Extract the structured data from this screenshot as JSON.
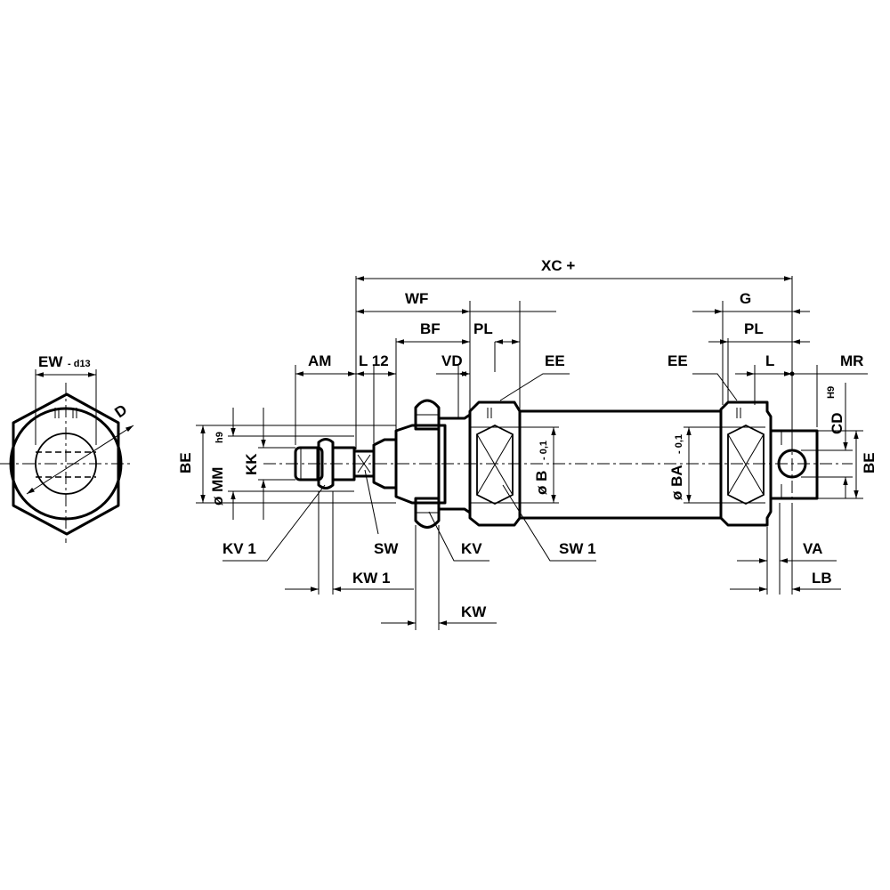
{
  "labels": {
    "ew": "EW",
    "ew_tol": "- d13",
    "d": "D",
    "be_left": "BE",
    "mm": "ø MM",
    "mm_tol": "h9",
    "kk": "KK",
    "am": "AM",
    "l12": "L 12",
    "bf": "BF",
    "wf": "WF",
    "xc": "XC +",
    "pl_left": "PL",
    "vd": "VD",
    "ee_left": "EE",
    "b": "ø B",
    "b_tol": "- 0,1",
    "ba": "ø BA",
    "ba_tol": "- 0,1",
    "ee_right": "EE",
    "g": "G",
    "pl_right": "PL",
    "l": "L",
    "mr": "MR",
    "cd": "CD",
    "cd_tol": "H9",
    "be_right": "BE",
    "kv1": "KV 1",
    "sw": "SW",
    "kv": "KV",
    "sw1": "SW 1",
    "kw1": "KW 1",
    "kw": "KW",
    "va": "VA",
    "lb": "LB"
  }
}
